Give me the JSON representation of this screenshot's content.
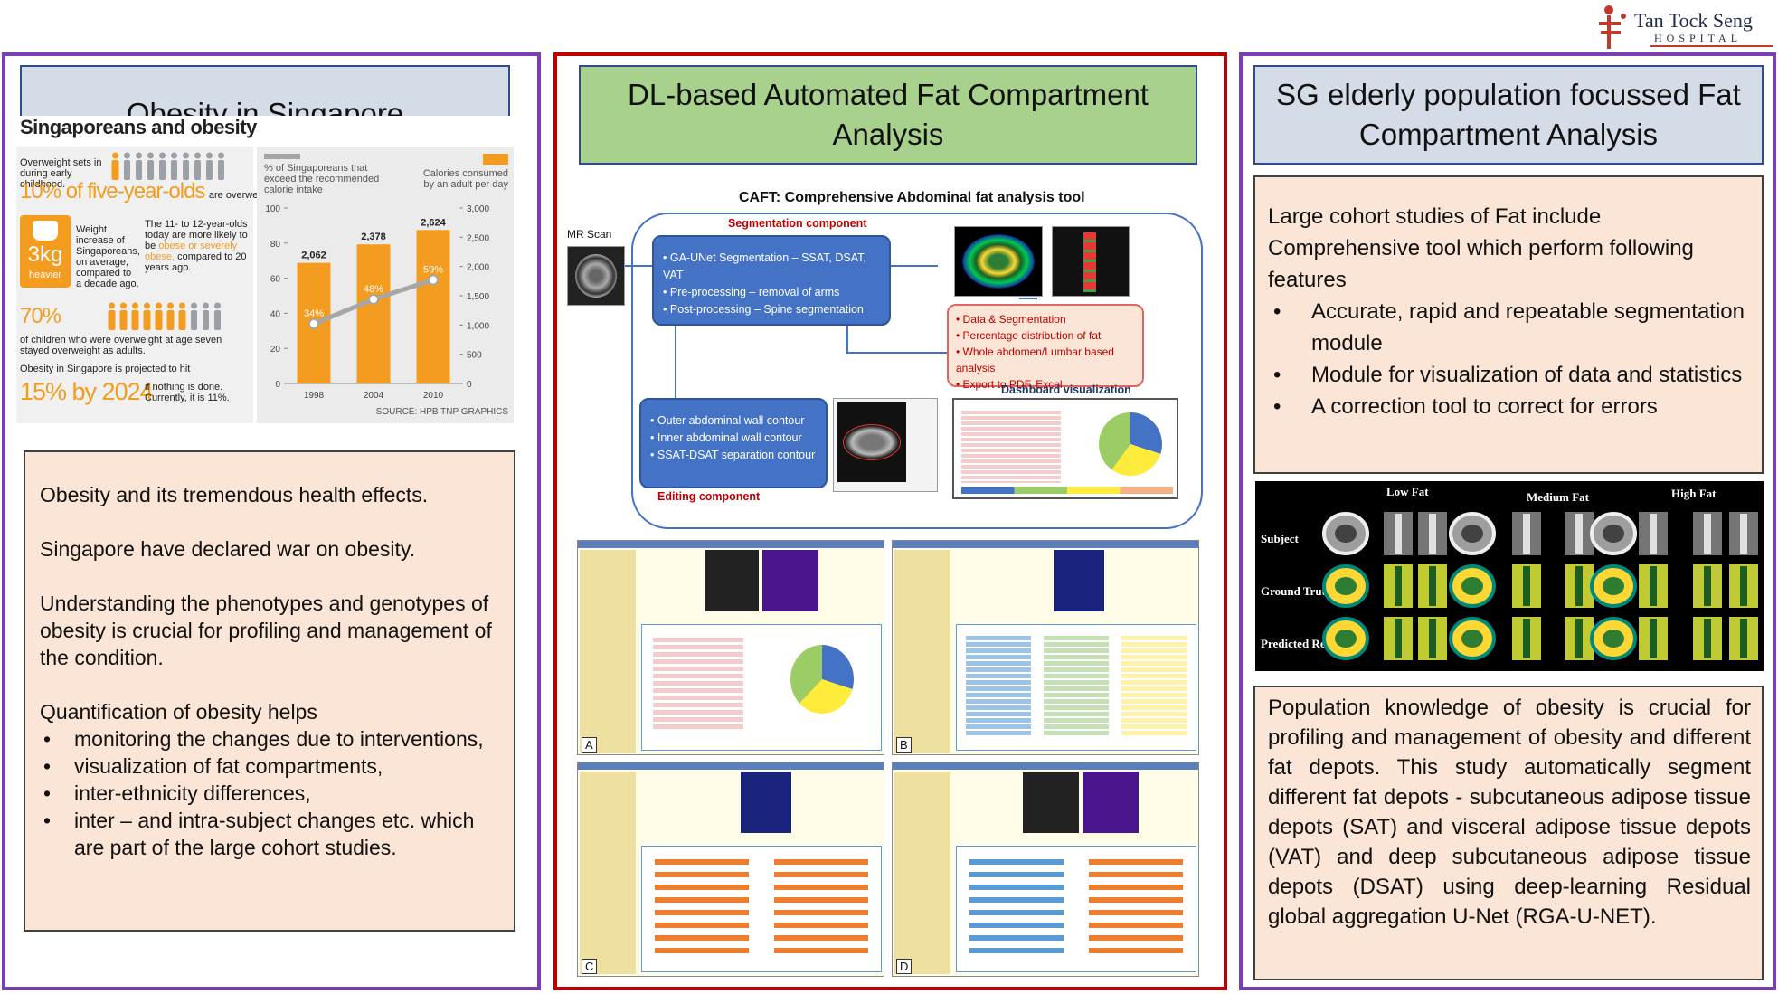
{
  "logo": {
    "name": "Tan Tock Seng",
    "sub": "HOSPITAL",
    "colors": {
      "red": "#c0392b",
      "navy": "#1f2b4a"
    }
  },
  "left": {
    "title": "Obesity in Singapore",
    "infographic": {
      "title": "Singaporeans and obesity",
      "stat1_text": "Overweight sets in during early childhood.",
      "stat1_big": "10% of five-year-olds",
      "stat1_tail": "are overweight.",
      "stat2_big": "3kg",
      "stat2_unit": "heavier",
      "stat2_text": "Weight increase of Singaporeans, on average, compared to a decade ago.",
      "stat3_text_a": "The 11- to 12-year-olds today are more likely to be",
      "stat3_text_b": "obese or severely obese,",
      "stat3_text_c": "compared to 20 years ago.",
      "stat4_big": "70%",
      "stat4_text": "of children who were overweight at age seven stayed overweight as adults.",
      "stat5_text_a": "Obesity in Singapore is projected to hit",
      "stat5_big": "15% by 2024",
      "stat5_text_b": "if nothing is done. Currently, it is 11%.",
      "source": "SOURCE: HPB   TNP GRAPHICS"
    },
    "text": {
      "p1": "Obesity and its tremendous health effects.",
      "p2": "Singapore have declared war on obesity.",
      "p3": "Understanding the phenotypes and genotypes of obesity is crucial for profiling and management of the condition.",
      "p4": "Quantification of obesity  helps",
      "bullets": [
        "monitoring the changes due to interventions,",
        "visualization of fat compartments,",
        "inter-ethnicity differences,",
        "inter – and intra-subject changes etc. which are part of the large cohort studies."
      ]
    }
  },
  "chart_data": {
    "type": "bar",
    "categories": [
      "1998",
      "2004",
      "2010"
    ],
    "series": [
      {
        "name": "Calories consumed by an adult per day",
        "values": [
          2062,
          2378,
          2624
        ],
        "labels": [
          "2,062",
          "2,378",
          "2,624"
        ]
      },
      {
        "name": "% of Singaporeans that exceed the recommended calorie intake",
        "values": [
          34,
          48,
          59
        ],
        "labels": [
          "34%",
          "48%",
          "59%"
        ]
      }
    ],
    "left_ticks": [
      "0",
      "20",
      "40",
      "60",
      "80",
      "100"
    ],
    "right_ticks": [
      "0",
      "500",
      "1,000",
      "1,500",
      "2,000",
      "2,500",
      "3,000"
    ],
    "ylim_left": [
      0,
      100
    ],
    "ylim_right": [
      0,
      3000
    ],
    "legend_pct": "% of Singaporeans that exceed the recommended calorie intake",
    "legend_cal": "Calories consumed by an adult per day",
    "colors": {
      "bar": "#f39c1f",
      "line": "#a6a6a6"
    }
  },
  "mid": {
    "title": "DL-based Automated Fat Compartment Analysis",
    "caft_title": "CAFT: Comprehensive Abdominal fat analysis tool",
    "mr_scan": "MR Scan",
    "seg_label": "Segmentation component",
    "seg_items": [
      "GA-UNet Segmentation – SSAT, DSAT, VAT",
      "Pre-processing – removal of arms",
      "Post-processing – Spine segmentation"
    ],
    "dash_items": [
      "Data & Segmentation",
      "Percentage distribution of fat",
      "Whole abdomen/Lumbar based analysis",
      "Export to PDF, Excel"
    ],
    "dash_label": "Dashboard visualization",
    "edit_items": [
      "Outer abdominal wall contour",
      "Inner abdominal wall contour",
      "SSAT-DSAT separation contour"
    ],
    "edit_label": "Editing  component",
    "screen_letters": [
      "A",
      "B",
      "C",
      "D"
    ]
  },
  "right": {
    "title": "SG elderly population focussed Fat Compartment Analysis",
    "intro": "Large cohort studies of Fat include Comprehensive  tool which perform following features",
    "bullets": [
      "Accurate, rapid and repeatable segmentation module",
      "Module for visualization of data and statistics",
      "A correction tool to correct for errors"
    ],
    "grid_cols": [
      "Low Fat",
      "Medium Fat",
      "High Fat"
    ],
    "grid_rows": [
      "Subject",
      "Ground Truth",
      "Predicted Result"
    ],
    "summary": "Population knowledge of obesity is crucial for profiling and management of obesity and different fat depots. This study automatically segment different fat depots - subcutaneous adipose tissue depots (SAT) and visceral adipose tissue depots (VAT) and deep subcutaneous adipose tissue depots (DSAT) using deep-learning Residual global aggregation U-Net (RGA-U-NET)."
  }
}
